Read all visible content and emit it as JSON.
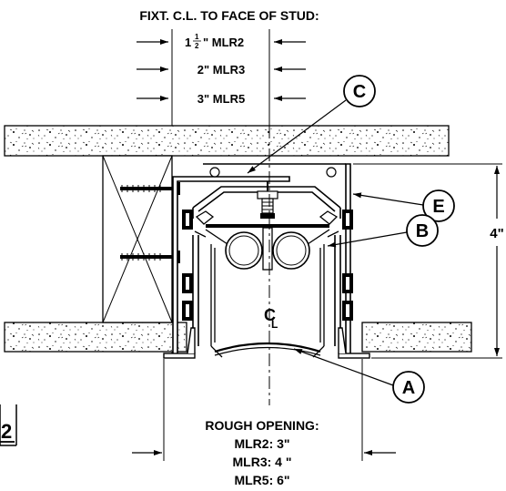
{
  "header": {
    "title": "FIXT. C.L. TO FACE OF STUD:",
    "dims": [
      {
        "whole": "1",
        "num": "1",
        "den": "2",
        "rest": "\" MLR2"
      },
      {
        "text": "2\" MLR3"
      },
      {
        "text": "3\" MLR5"
      }
    ]
  },
  "callouts": {
    "a": "A",
    "b": "B",
    "c": "C",
    "e": "E"
  },
  "height_dim": "4\"",
  "centerline_symbol": "C",
  "centerline_sub": "L",
  "side_fragment": "2",
  "rough_opening": {
    "title": "ROUGH OPENING:",
    "lines": [
      "MLR2: 3\"",
      "MLR3: 4 \"",
      "MLR5: 6\""
    ]
  },
  "colors": {
    "ink": "#000000",
    "paper": "#ffffff"
  }
}
